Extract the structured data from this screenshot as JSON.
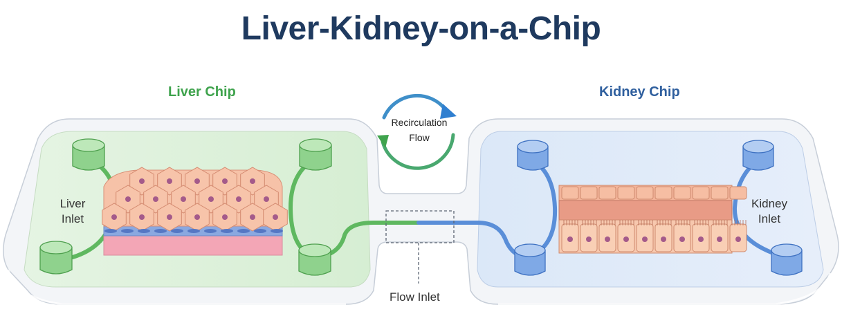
{
  "title": "Liver-Kidney-on-a-Chip",
  "liver": {
    "label": "Liver Chip",
    "inlet_label": "Liver\nInlet",
    "color": "#3fa34d"
  },
  "kidney": {
    "label": "Kidney Chip",
    "inlet_label": "Kidney\nInlet",
    "color": "#2f5f9e"
  },
  "recirculation": {
    "line1": "Recirculation",
    "line2": "Flow"
  },
  "flow_inlet_label": "Flow Inlet",
  "colors": {
    "green_tube": "#6cc46a",
    "blue_tube": "#5b8fd8",
    "cell": "#f4b99a",
    "nucleus": "#a45a8a"
  }
}
